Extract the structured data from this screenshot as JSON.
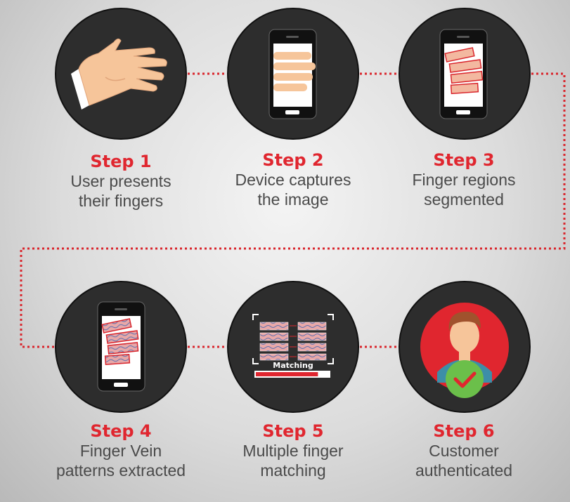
{
  "colors": {
    "accent_red": "#e0262f",
    "circle_dark": "#2d2d2d",
    "connector_red": "#d9262d",
    "text_gray": "#4a4a4a"
  },
  "steps": [
    {
      "title": "Step 1",
      "description": "User presents\ntheir fingers",
      "icon": "hand-icon"
    },
    {
      "title": "Step 2",
      "description": "Device captures\nthe image",
      "icon": "phone-capture-icon"
    },
    {
      "title": "Step 3",
      "description": "Finger regions\nsegmented",
      "icon": "phone-segmented-icon"
    },
    {
      "title": "Step 4",
      "description": "Finger Vein\npatterns extracted",
      "icon": "phone-vein-icon"
    },
    {
      "title": "Step 5",
      "description": "Multiple finger\nmatching",
      "icon": "matching-icon"
    },
    {
      "title": "Step 6",
      "description": "Customer\nauthenticated",
      "icon": "authenticated-user-icon"
    }
  ],
  "matching_label": "Matching",
  "matching_progress": 0.85
}
